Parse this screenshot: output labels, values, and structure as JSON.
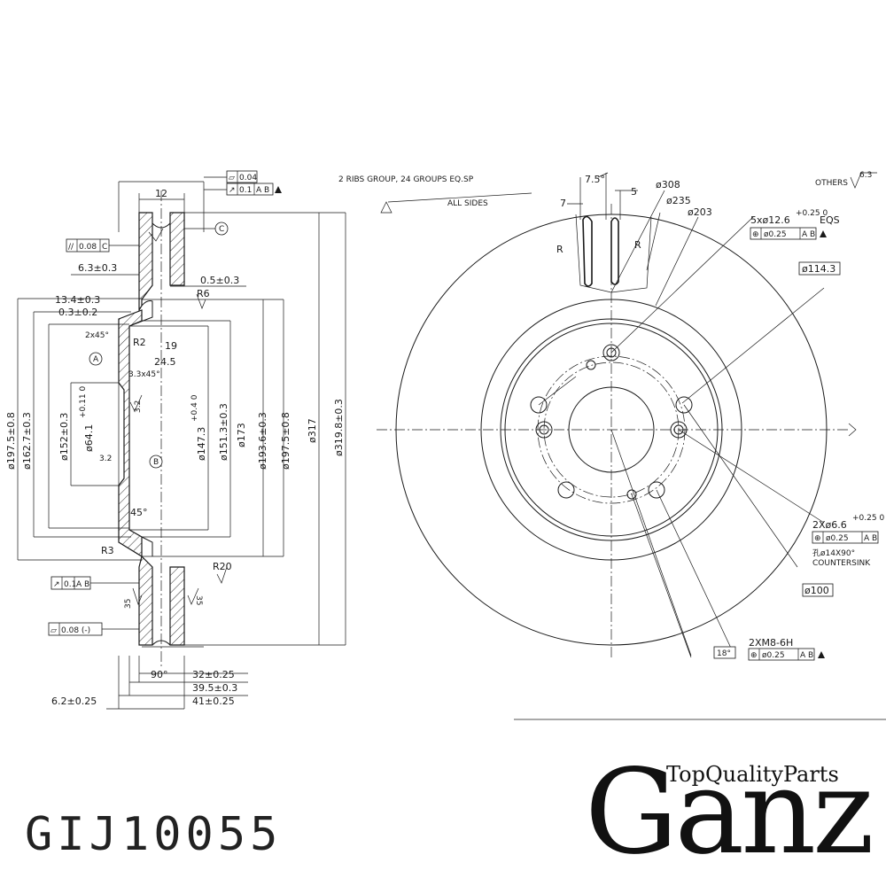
{
  "part_number": "GIJ10055",
  "brand": {
    "name": "Ganz",
    "tagline": "TopQualityParts"
  },
  "section": {
    "dims": {
      "width_top": "12",
      "flat_top": "0.04",
      "runout_top": "0.1",
      "datum_ab": "A B",
      "datum_c": "C",
      "parallel_tol": "0.08",
      "parallel_datum": "C",
      "d63": "6.3±0.3",
      "d05": "0.5±0.3",
      "r6": "R6",
      "d134": "13.4±0.3",
      "d03": "0.3±0.2",
      "chamfer1": "2x45°",
      "r2": "R2",
      "d19": "19",
      "d245": "24.5",
      "chamfer2": "3.3x45°",
      "datum_a": "A",
      "datum_b": "B",
      "rough32a": "3.2",
      "rough32b": "3.2",
      "dia1975L": "ø197.5±0.8",
      "dia1622": "ø162.7±0.3",
      "dia152": "ø152±0.3",
      "dia641": "ø64.1",
      "dia641tol": "+0.11 0",
      "dia1473": "ø147.3",
      "dia1473tol": "+0.4 0",
      "dia1513": "ø151.3±0.3",
      "dia173": "ø173",
      "dia1936": "ø193.6±0.3",
      "dia1975R": "ø197.5±0.8",
      "dia317": "ø317",
      "dia3198": "ø319.8±0.3",
      "ang45": "45°",
      "r3": "R3",
      "r20": "R20",
      "runout_bottom": "0.1",
      "flat_bottom": "0.08 (-)",
      "rough35a": "35",
      "rough35b": "35",
      "ang90": "90°",
      "d32": "32±0.25",
      "d395": "39.5±0.3",
      "d41": "41±0.25",
      "d62": "6.2±0.25"
    }
  },
  "face": {
    "notes": {
      "ribs": "2 RIBS GROUP, 24 GROUPS EQ.SP",
      "all_sides": "ALL SIDES",
      "others": "OTHERS",
      "others_rough": "6.3",
      "ang75": "7.5°",
      "d5": "5",
      "d7": "7",
      "r_left": "R",
      "r_right": "R",
      "dia308": "ø308",
      "dia235": "ø235",
      "dia203": "ø203",
      "holes5": "5xø12.6",
      "holes5tol": "+0.25 0",
      "eqs": "EQS",
      "pos025a": "ø0.25",
      "dia1143": "ø114.3",
      "holes2": "2Xø6.6",
      "holes2tol": "+0.25 0",
      "pos025b": "ø0.25",
      "csink": "孔ø14X90°",
      "countersink": "COUNTERSINK",
      "dia100": "ø100",
      "thread": "2XM8-6H",
      "ang18": "18°",
      "pos025c": "ø0.25",
      "datum_ab": "A B"
    }
  },
  "colors": {
    "ink": "#1a1a1a",
    "paper": "#ffffff"
  }
}
